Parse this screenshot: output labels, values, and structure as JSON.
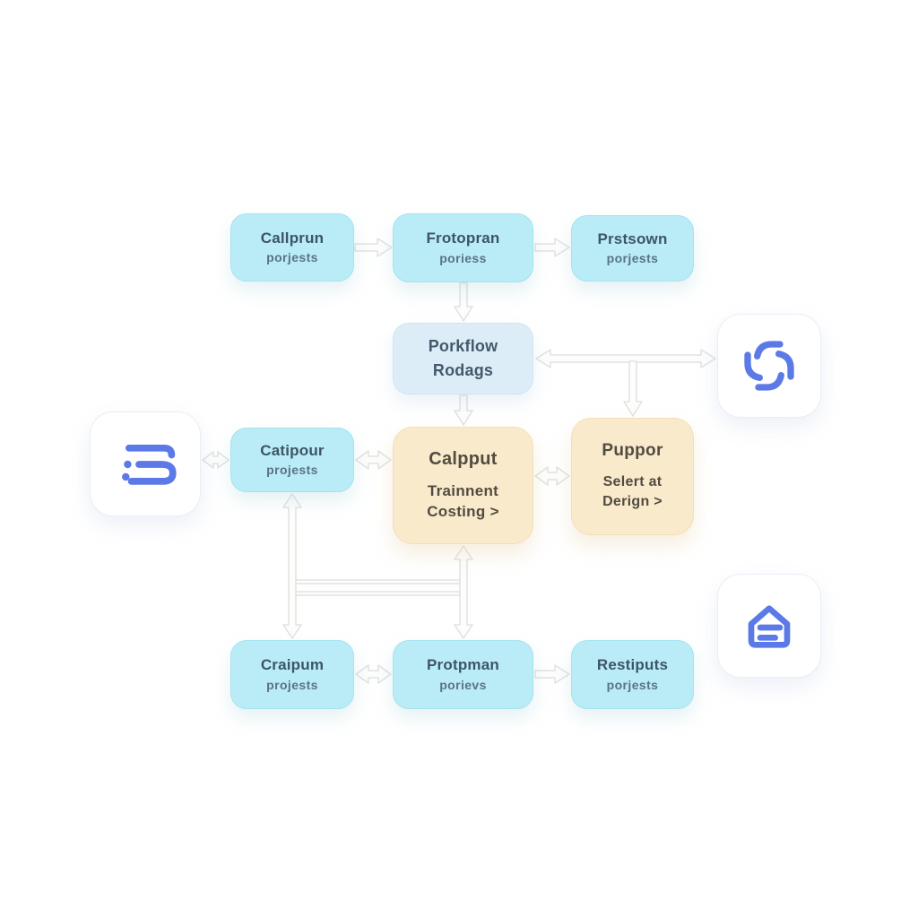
{
  "top_row": [
    {
      "title": "Callprun",
      "subtitle": "porjests"
    },
    {
      "title": "Frotopran",
      "subtitle": "poriess"
    },
    {
      "title": "Prstsown",
      "subtitle": "porjests"
    }
  ],
  "workflow_node": {
    "line1": "Porkflow",
    "line2": "Rodags"
  },
  "middle_row": {
    "left": {
      "title": "Catipour",
      "subtitle": "projests"
    },
    "center": {
      "title": "Calpput",
      "line1": "Trainnent",
      "line2": "Costing >"
    },
    "right": {
      "title": "Puppor",
      "line1": "Selert at",
      "line2": "Derign >"
    }
  },
  "bottom_row": [
    {
      "title": "Craipum",
      "subtitle": "projests"
    },
    {
      "title": "Protpman",
      "subtitle": "porievs"
    },
    {
      "title": "Restiputs",
      "subtitle": "porjests"
    }
  ],
  "icon_cards": {
    "left": {
      "icon": "list-icon"
    },
    "top_right": {
      "icon": "sync-icon"
    },
    "bottom_right": {
      "icon": "home-icon"
    }
  },
  "colors": {
    "background": "#ffffff",
    "node_cyan": "#b9ecf6",
    "node_cyan_border": "#a4e3f0",
    "node_sky": "#dcedf8",
    "node_sky_border": "#cfe4f3",
    "node_peach": "#faeacc",
    "node_peach_border": "#f2dfba",
    "icon_blue": "#5b7ae8",
    "title_text": "#3d5564",
    "subtitle_text": "#5b7383",
    "peach_text": "#514c41",
    "connector_stroke": "#e0e3e1",
    "connector_fill": "#fdfdfc",
    "card_border": "#e9edf6"
  }
}
